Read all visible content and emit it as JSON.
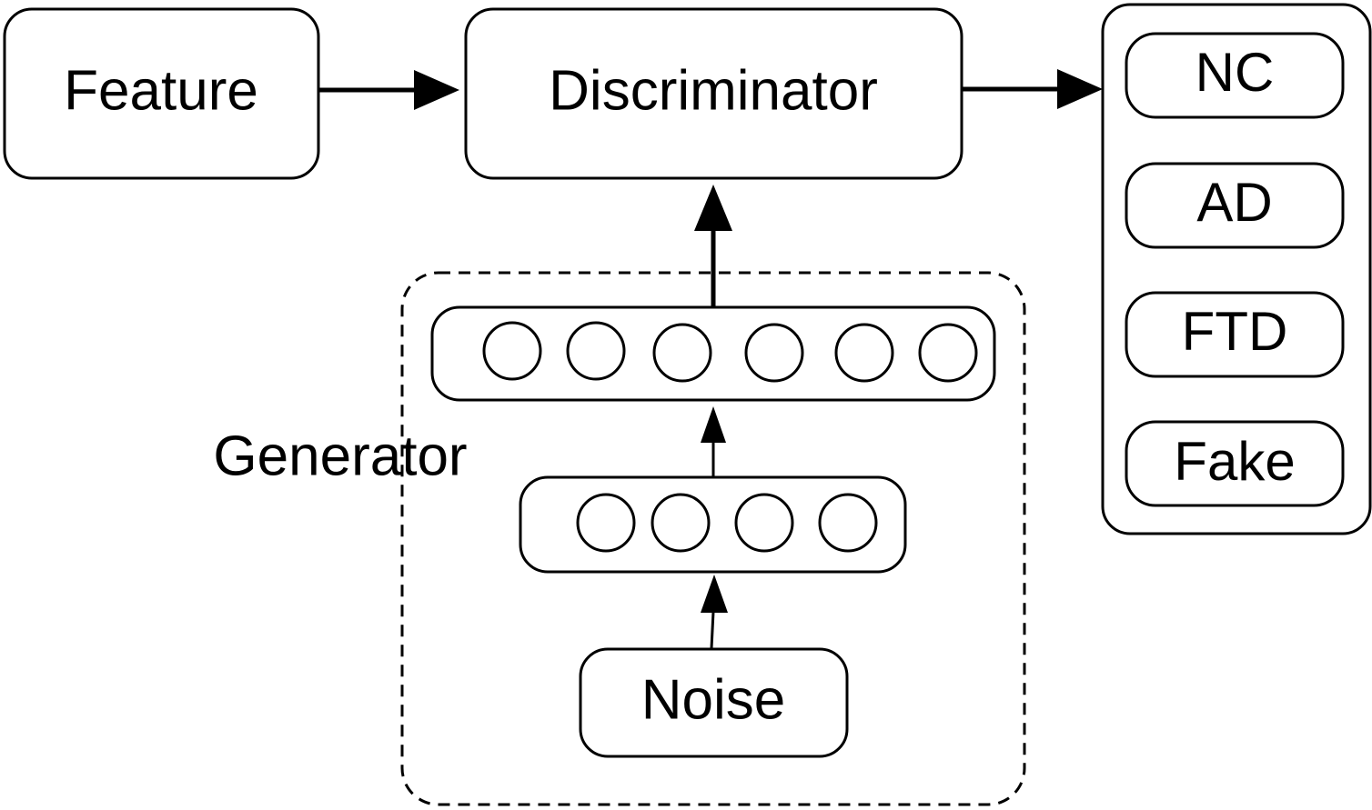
{
  "diagram": {
    "feature_label": "Feature",
    "discriminator_label": "Discriminator",
    "generator_label": "Generator",
    "noise_label": "Noise",
    "outputs": [
      "NC",
      "AD",
      "FTD",
      "Fake"
    ],
    "hidden_layer_1_units": 4,
    "hidden_layer_2_units": 6
  },
  "colors": {
    "stroke": "#000000",
    "background": "#ffffff"
  }
}
